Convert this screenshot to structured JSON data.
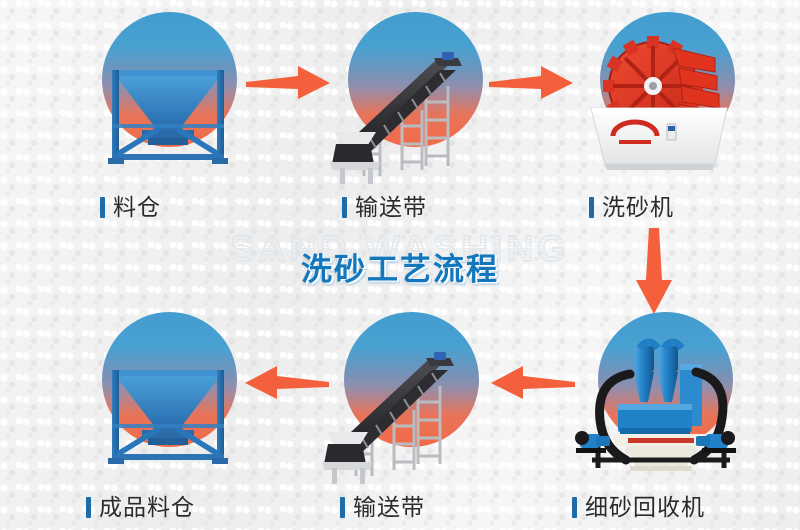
{
  "page": {
    "title_main": "洗砂工艺流程",
    "watermark": "SAND WASHING",
    "background_color": "#f1f1f1"
  },
  "colors": {
    "accent_blue": "#1277bd",
    "label_bar": "#1d6ca8",
    "arrow": "#f4603c",
    "circle_top": "#2a8fc9",
    "circle_bottom": "#f26a47",
    "machine_blue": "#2f7fc4",
    "washer_red": "#e8392a",
    "recovery_blue": "#1f7ec4"
  },
  "flow": {
    "steps": [
      {
        "id": "step-1",
        "label": "料仓",
        "icon": "hopper-bin-icon",
        "row": "top",
        "order": 1
      },
      {
        "id": "step-2",
        "label": "输送带",
        "icon": "conveyor-belt-icon",
        "row": "top",
        "order": 2
      },
      {
        "id": "step-3",
        "label": "洗砂机",
        "icon": "wheel-sand-washer-icon",
        "row": "top",
        "order": 3
      },
      {
        "id": "step-4",
        "label": "细砂回收机",
        "icon": "fine-sand-recovery-icon",
        "row": "bottom",
        "order": 4
      },
      {
        "id": "step-5",
        "label": "输送带",
        "icon": "conveyor-belt-icon",
        "row": "bottom",
        "order": 5
      },
      {
        "id": "step-6",
        "label": "成品料仓",
        "icon": "finished-product-bin-icon",
        "row": "bottom",
        "order": 6
      }
    ],
    "arrows": [
      {
        "id": "arrow-1",
        "direction": "right",
        "from": "step-1",
        "to": "step-2"
      },
      {
        "id": "arrow-2",
        "direction": "right",
        "from": "step-2",
        "to": "step-3"
      },
      {
        "id": "arrow-3",
        "direction": "down",
        "from": "step-3",
        "to": "step-4"
      },
      {
        "id": "arrow-4",
        "direction": "left",
        "from": "step-4",
        "to": "step-5"
      },
      {
        "id": "arrow-5",
        "direction": "left",
        "from": "step-5",
        "to": "step-6"
      }
    ]
  }
}
